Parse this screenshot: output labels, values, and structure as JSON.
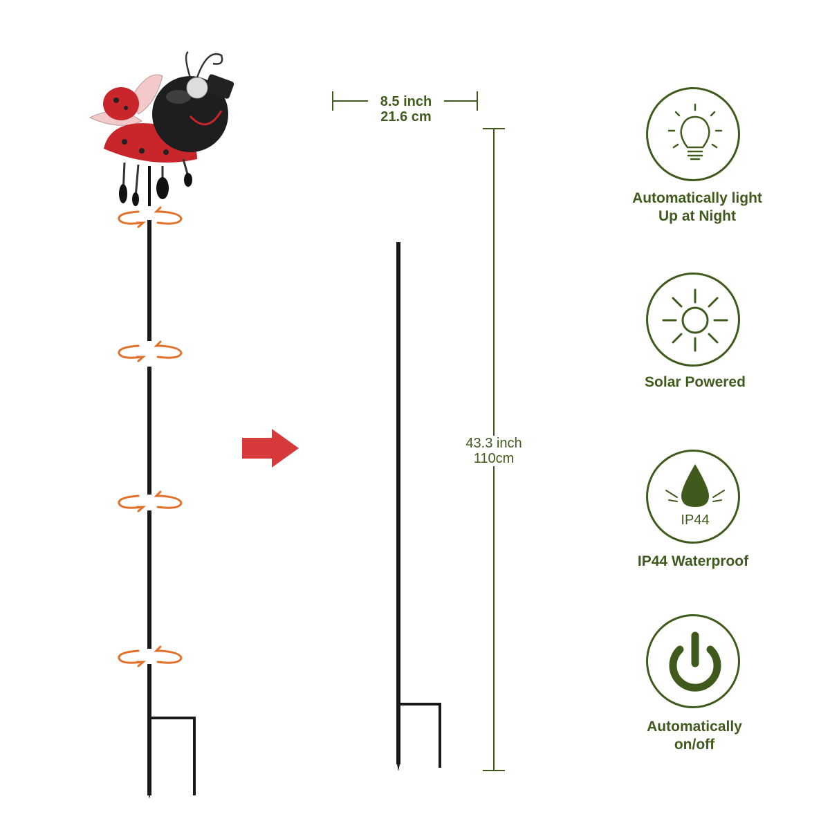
{
  "dimensions": {
    "width_in": "8.5 inch",
    "width_cm": "21.6 cm",
    "height_in": "43.3 inch",
    "height_cm": "110cm"
  },
  "features": [
    {
      "label_line1": "Automatically light",
      "label_line2": "Up at Night",
      "icon": "lightbulb-icon"
    },
    {
      "label_line1": "Solar Powered",
      "label_line2": "",
      "icon": "sun-icon"
    },
    {
      "label_line1": "IP44 Waterproof",
      "label_line2": "",
      "icon": "water-drop-icon",
      "icon_text": "IP44"
    },
    {
      "label_line1": "Automatically",
      "label_line2": "on/off",
      "icon": "power-icon"
    }
  ],
  "colors": {
    "accent_green": "#3f5a1c",
    "arrow_orange": "#e0702a",
    "arrow_red": "#d63a3a",
    "ladybug_red": "#c8262a",
    "pole_black": "#1a1a1a"
  }
}
